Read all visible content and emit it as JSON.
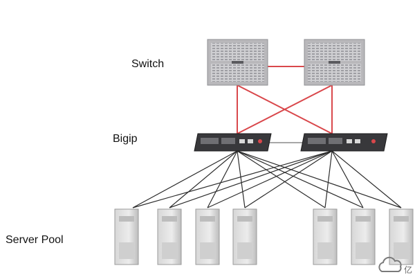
{
  "labels": {
    "switch": "Switch",
    "bigip": "Bigip",
    "server_pool": "Server Pool"
  },
  "colors": {
    "red_links": "#d9474b",
    "black_links": "#2b2b2b",
    "switch_body": "#c9c8ca",
    "bigip_body": "#2f2f31",
    "server_body": "#c4c4c4",
    "server_front": "#e8e8e8"
  },
  "icons": {
    "switch": "switch-chassis-icon",
    "bigip": "load-balancer-appliance-icon",
    "server": "tower-server-icon",
    "watermark": "cloud-logo-icon"
  },
  "watermark_text": "亿"
}
